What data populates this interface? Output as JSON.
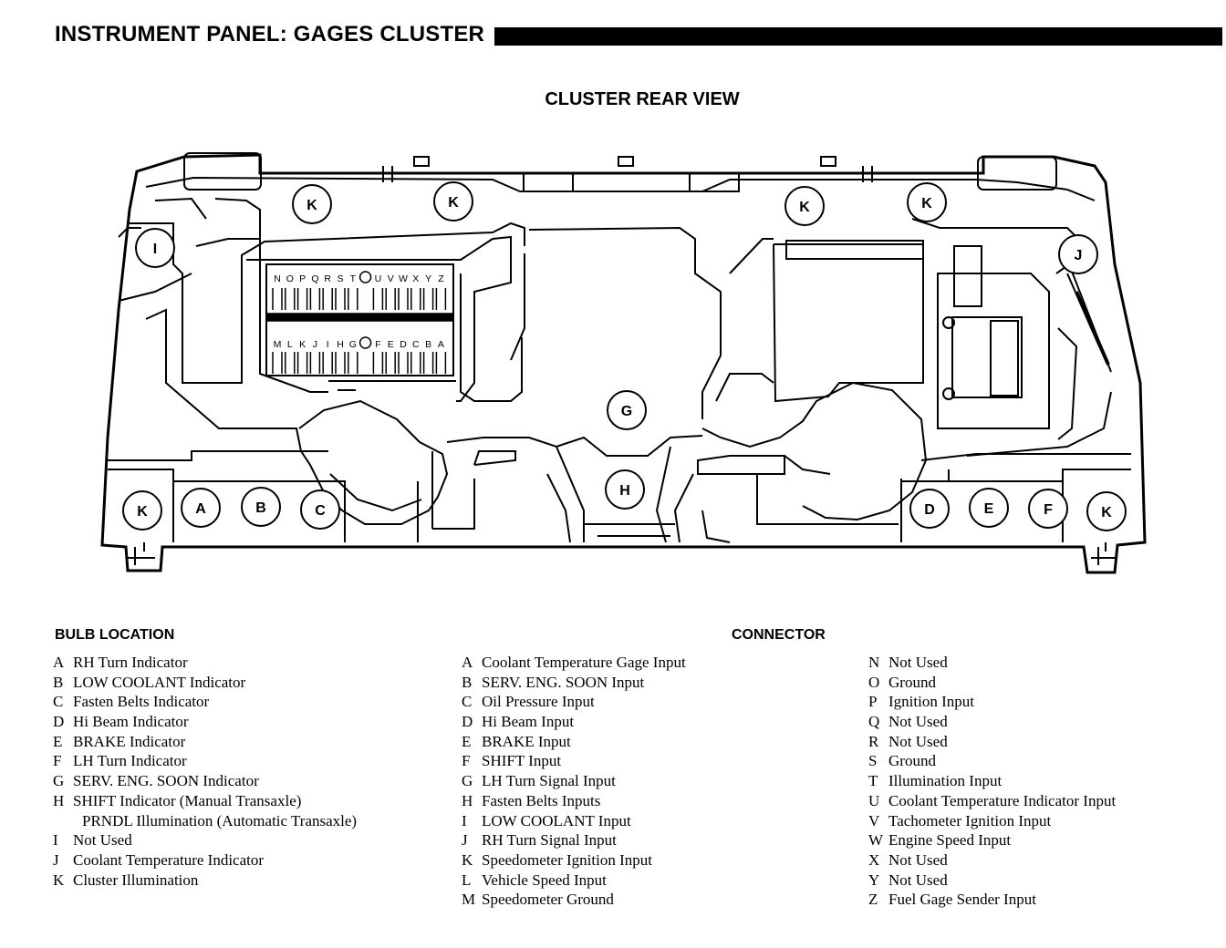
{
  "header": {
    "title": "INSTRUMENT PANEL: GAGES CLUSTER"
  },
  "diagram": {
    "title": "CLUSTER REAR VIEW",
    "bulb_sockets": [
      {
        "label": "K"
      },
      {
        "label": "K"
      },
      {
        "label": "K"
      },
      {
        "label": "K"
      },
      {
        "label": "I"
      },
      {
        "label": "J"
      },
      {
        "label": "G"
      },
      {
        "label": "H"
      },
      {
        "label": "K"
      },
      {
        "label": "A"
      },
      {
        "label": "B"
      },
      {
        "label": "C"
      },
      {
        "label": "D"
      },
      {
        "label": "E"
      },
      {
        "label": "F"
      },
      {
        "label": "K"
      }
    ],
    "connector_top_row": [
      "N",
      "O",
      "P",
      "Q",
      "R",
      "S",
      "T",
      "",
      "U",
      "V",
      "W",
      "X",
      "Y",
      "Z"
    ],
    "connector_bottom_row": [
      "M",
      "L",
      "K",
      "J",
      "I",
      "H",
      "G",
      "",
      "F",
      "E",
      "D",
      "C",
      "B",
      "A"
    ]
  },
  "bulb_location": {
    "heading": "BULB LOCATION",
    "items": [
      {
        "key": "A",
        "text": "RH Turn Indicator"
      },
      {
        "key": "B",
        "text": "LOW COOLANT Indicator"
      },
      {
        "key": "C",
        "text": "Fasten Belts Indicator"
      },
      {
        "key": "D",
        "text": "Hi Beam Indicator"
      },
      {
        "key": "E",
        "text": "BRAKE Indicator"
      },
      {
        "key": "F",
        "text": "LH Turn Indicator"
      },
      {
        "key": "G",
        "text": "SERV. ENG. SOON Indicator"
      },
      {
        "key": "H",
        "text": "SHIFT Indicator (Manual Transaxle)"
      },
      {
        "key": "",
        "text": "PRNDL Illumination (Automatic Transaxle)"
      },
      {
        "key": "I",
        "text": "Not Used"
      },
      {
        "key": "J",
        "text": "Coolant Temperature Indicator"
      },
      {
        "key": "K",
        "text": "Cluster Illumination"
      }
    ]
  },
  "connector": {
    "heading": "CONNECTOR",
    "items_a_m": [
      {
        "key": "A",
        "text": "Coolant Temperature Gage Input"
      },
      {
        "key": "B",
        "text": "SERV. ENG. SOON Input"
      },
      {
        "key": "C",
        "text": "Oil Pressure Input"
      },
      {
        "key": "D",
        "text": "Hi Beam Input"
      },
      {
        "key": "E",
        "text": "BRAKE Input"
      },
      {
        "key": "F",
        "text": "SHIFT Input"
      },
      {
        "key": "G",
        "text": "LH Turn Signal Input"
      },
      {
        "key": "H",
        "text": "Fasten Belts Inputs"
      },
      {
        "key": "I",
        "text": "LOW COOLANT Input"
      },
      {
        "key": "J",
        "text": "RH Turn Signal Input"
      },
      {
        "key": "K",
        "text": "Speedometer Ignition Input"
      },
      {
        "key": "L",
        "text": "Vehicle Speed Input"
      },
      {
        "key": "M",
        "text": "Speedometer Ground"
      }
    ],
    "items_n_z": [
      {
        "key": "N",
        "text": "Not Used"
      },
      {
        "key": "O",
        "text": "Ground"
      },
      {
        "key": "P",
        "text": "Ignition Input"
      },
      {
        "key": "Q",
        "text": "Not Used"
      },
      {
        "key": "R",
        "text": "Not Used"
      },
      {
        "key": "S",
        "text": "Ground"
      },
      {
        "key": "T",
        "text": "Illumination Input"
      },
      {
        "key": "U",
        "text": "Coolant Temperature Indicator Input"
      },
      {
        "key": "V",
        "text": "Tachometer Ignition Input"
      },
      {
        "key": "W",
        "text": "Engine Speed Input"
      },
      {
        "key": "X",
        "text": "Not Used"
      },
      {
        "key": "Y",
        "text": "Not Used"
      },
      {
        "key": "Z",
        "text": "Fuel Gage Sender Input"
      }
    ]
  }
}
